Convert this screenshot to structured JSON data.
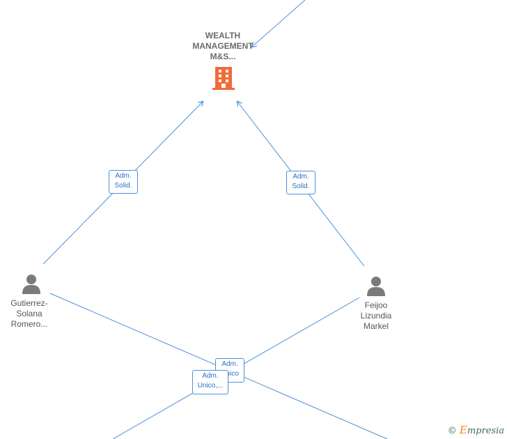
{
  "company": {
    "name_lines": [
      "WEALTH",
      "MANAGEMENT",
      "M&S..."
    ],
    "icon": "building-icon",
    "color": "#f26a3a"
  },
  "persons": [
    {
      "id": "gutierrez",
      "name_lines": [
        "Gutierrez-",
        "Solana",
        "Romero..."
      ],
      "icon": "person-icon"
    },
    {
      "id": "feijoo",
      "name_lines": [
        "Feijoo",
        "Lizundia",
        "Markel"
      ],
      "icon": "person-icon"
    }
  ],
  "edge_labels": [
    {
      "id": "gutierrez-company",
      "lines": [
        "Adm.",
        "Solid."
      ]
    },
    {
      "id": "feijoo-company",
      "lines": [
        "Adm.",
        "Solid."
      ]
    },
    {
      "id": "feijoo-lower",
      "lines": [
        "Adm.",
        "Unico"
      ]
    },
    {
      "id": "gutierrez-lower",
      "lines": [
        "Adm.",
        "Unico,..."
      ]
    }
  ],
  "colors": {
    "edge": "#4a90d9",
    "person": "#7a7a7a"
  },
  "brand": {
    "copyright": "©",
    "initial": "E",
    "rest": "mpresia"
  }
}
